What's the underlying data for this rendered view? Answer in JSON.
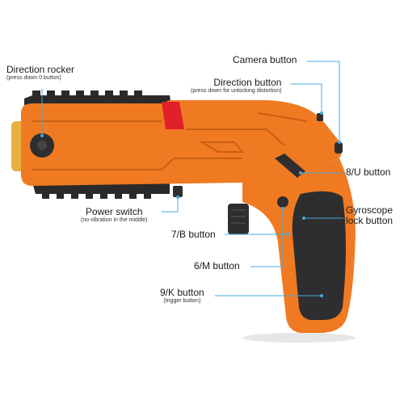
{
  "colors": {
    "body": "#f07a22",
    "body_dark": "#c95f12",
    "grip": "#2e2e30",
    "rail": "#2a2a2a",
    "accent_red": "#e0202a",
    "accent_yellow": "#e8b040",
    "callout_line": "#4aa8d8"
  },
  "callouts": {
    "direction_rocker": {
      "title": "Direction rocker",
      "note": "(press down 0 button)"
    },
    "camera_button": {
      "title": "Camera button"
    },
    "direction_button": {
      "title": "Direction button",
      "note": "(press down for unlocking distortion)"
    },
    "u_button": {
      "title": "8/U button"
    },
    "power_switch": {
      "title": "Power switch",
      "note": "(no vibration in the middle)"
    },
    "gyroscope": {
      "title_line1": "Gyroscope",
      "title_line2": "lock button"
    },
    "b_button": {
      "title": "7/B button"
    },
    "m_button": {
      "title": "6/M button"
    },
    "k_button": {
      "title": "9/K button",
      "note": "(trigger button)"
    }
  }
}
